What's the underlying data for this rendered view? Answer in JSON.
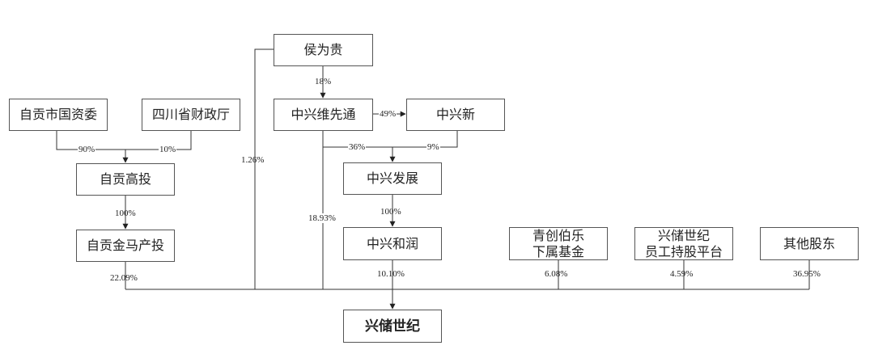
{
  "nodes": {
    "hou_weigui": "侯为贵",
    "zigong_sasac": "自贡市国资委",
    "sichuan_finance": "四川省财政厅",
    "zte_weixiantong": "中兴维先通",
    "zte_xin": "中兴新",
    "zigong_gaotou": "自贡高投",
    "zte_fazhan": "中兴发展",
    "zigong_jinma": "自贡金马产投",
    "zte_herun": "中兴和润",
    "qingchuang_fund": "青创伯乐\n下属基金",
    "employee_platform": "兴储世纪\n员工持股平台",
    "other_shareholders": "其他股东",
    "xingchu_shiji": "兴储世纪"
  },
  "edges": {
    "hou_to_weixiantong": "18%",
    "hou_to_target": "1.26%",
    "weixiantong_to_xin": "49%",
    "weixiantong_to_fazhan": "36%",
    "xin_to_fazhan": "9%",
    "weixiantong_to_target": "18.93%",
    "sasac_to_gaotou": "90%",
    "finance_to_gaotou": "10%",
    "gaotou_to_jinma": "100%",
    "fazhan_to_herun": "100%",
    "jinma_to_target": "22.09%",
    "herun_to_target": "10.10%",
    "fund_to_target": "6.08%",
    "platform_to_target": "4.59%",
    "others_to_target": "36.95%"
  }
}
